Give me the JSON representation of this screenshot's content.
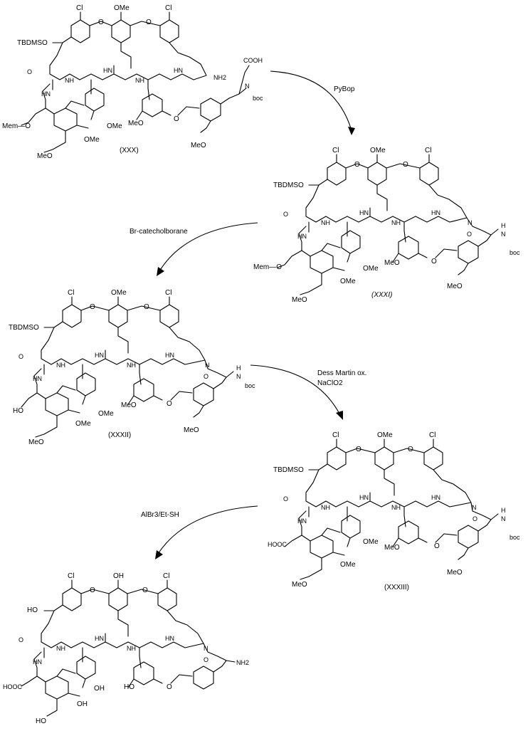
{
  "reagents": {
    "step1": "PyBop",
    "step2": "Br-catecholborane",
    "step3_line1": "Dess Martin ox.",
    "step3_line2": "NaClO2",
    "step4": "AlBr3/Et-SH"
  },
  "compound_labels": {
    "c30": "(XXX)",
    "c31": "(XXXI)",
    "c32": "(XXXII)",
    "c33": "(XXXIII)"
  },
  "atoms": {
    "cl": "Cl",
    "ome": "OMe",
    "meo": "MeO",
    "o": "O",
    "nh": "NH",
    "hn": "HN",
    "n": "N",
    "h": "H",
    "nh2": "NH2",
    "tbdmso": "TBDMSO",
    "cooh": "COOH",
    "hooc": "HOOC",
    "mem_o": "Mem—O",
    "boc": "boc",
    "ho": "HO",
    "oh": "OH",
    "oh_top": "OH"
  }
}
